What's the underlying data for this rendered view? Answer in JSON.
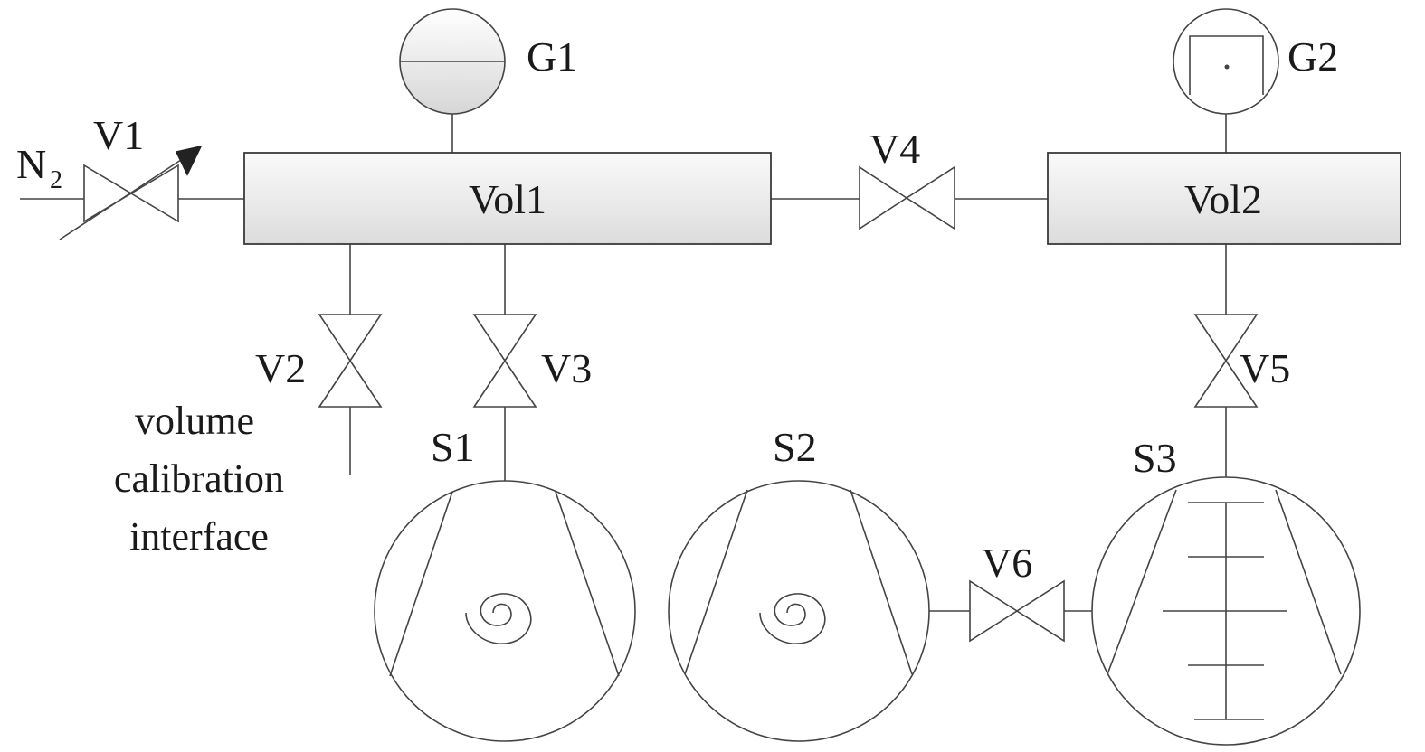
{
  "gas": {
    "symbol": "N",
    "subscript": "2"
  },
  "valves": {
    "v1": "V1",
    "v2": "V2",
    "v3": "V3",
    "v4": "V4",
    "v5": "V5",
    "v6": "V6"
  },
  "gauges": {
    "g1": "G1",
    "g2": "G2"
  },
  "volumes": {
    "vol1": "Vol1",
    "vol2": "Vol2"
  },
  "pumps": {
    "s1": "S1",
    "s2": "S2",
    "s3": "S3"
  },
  "interface_note": {
    "line1": "volume",
    "line2": "calibration",
    "line3": "interface"
  }
}
